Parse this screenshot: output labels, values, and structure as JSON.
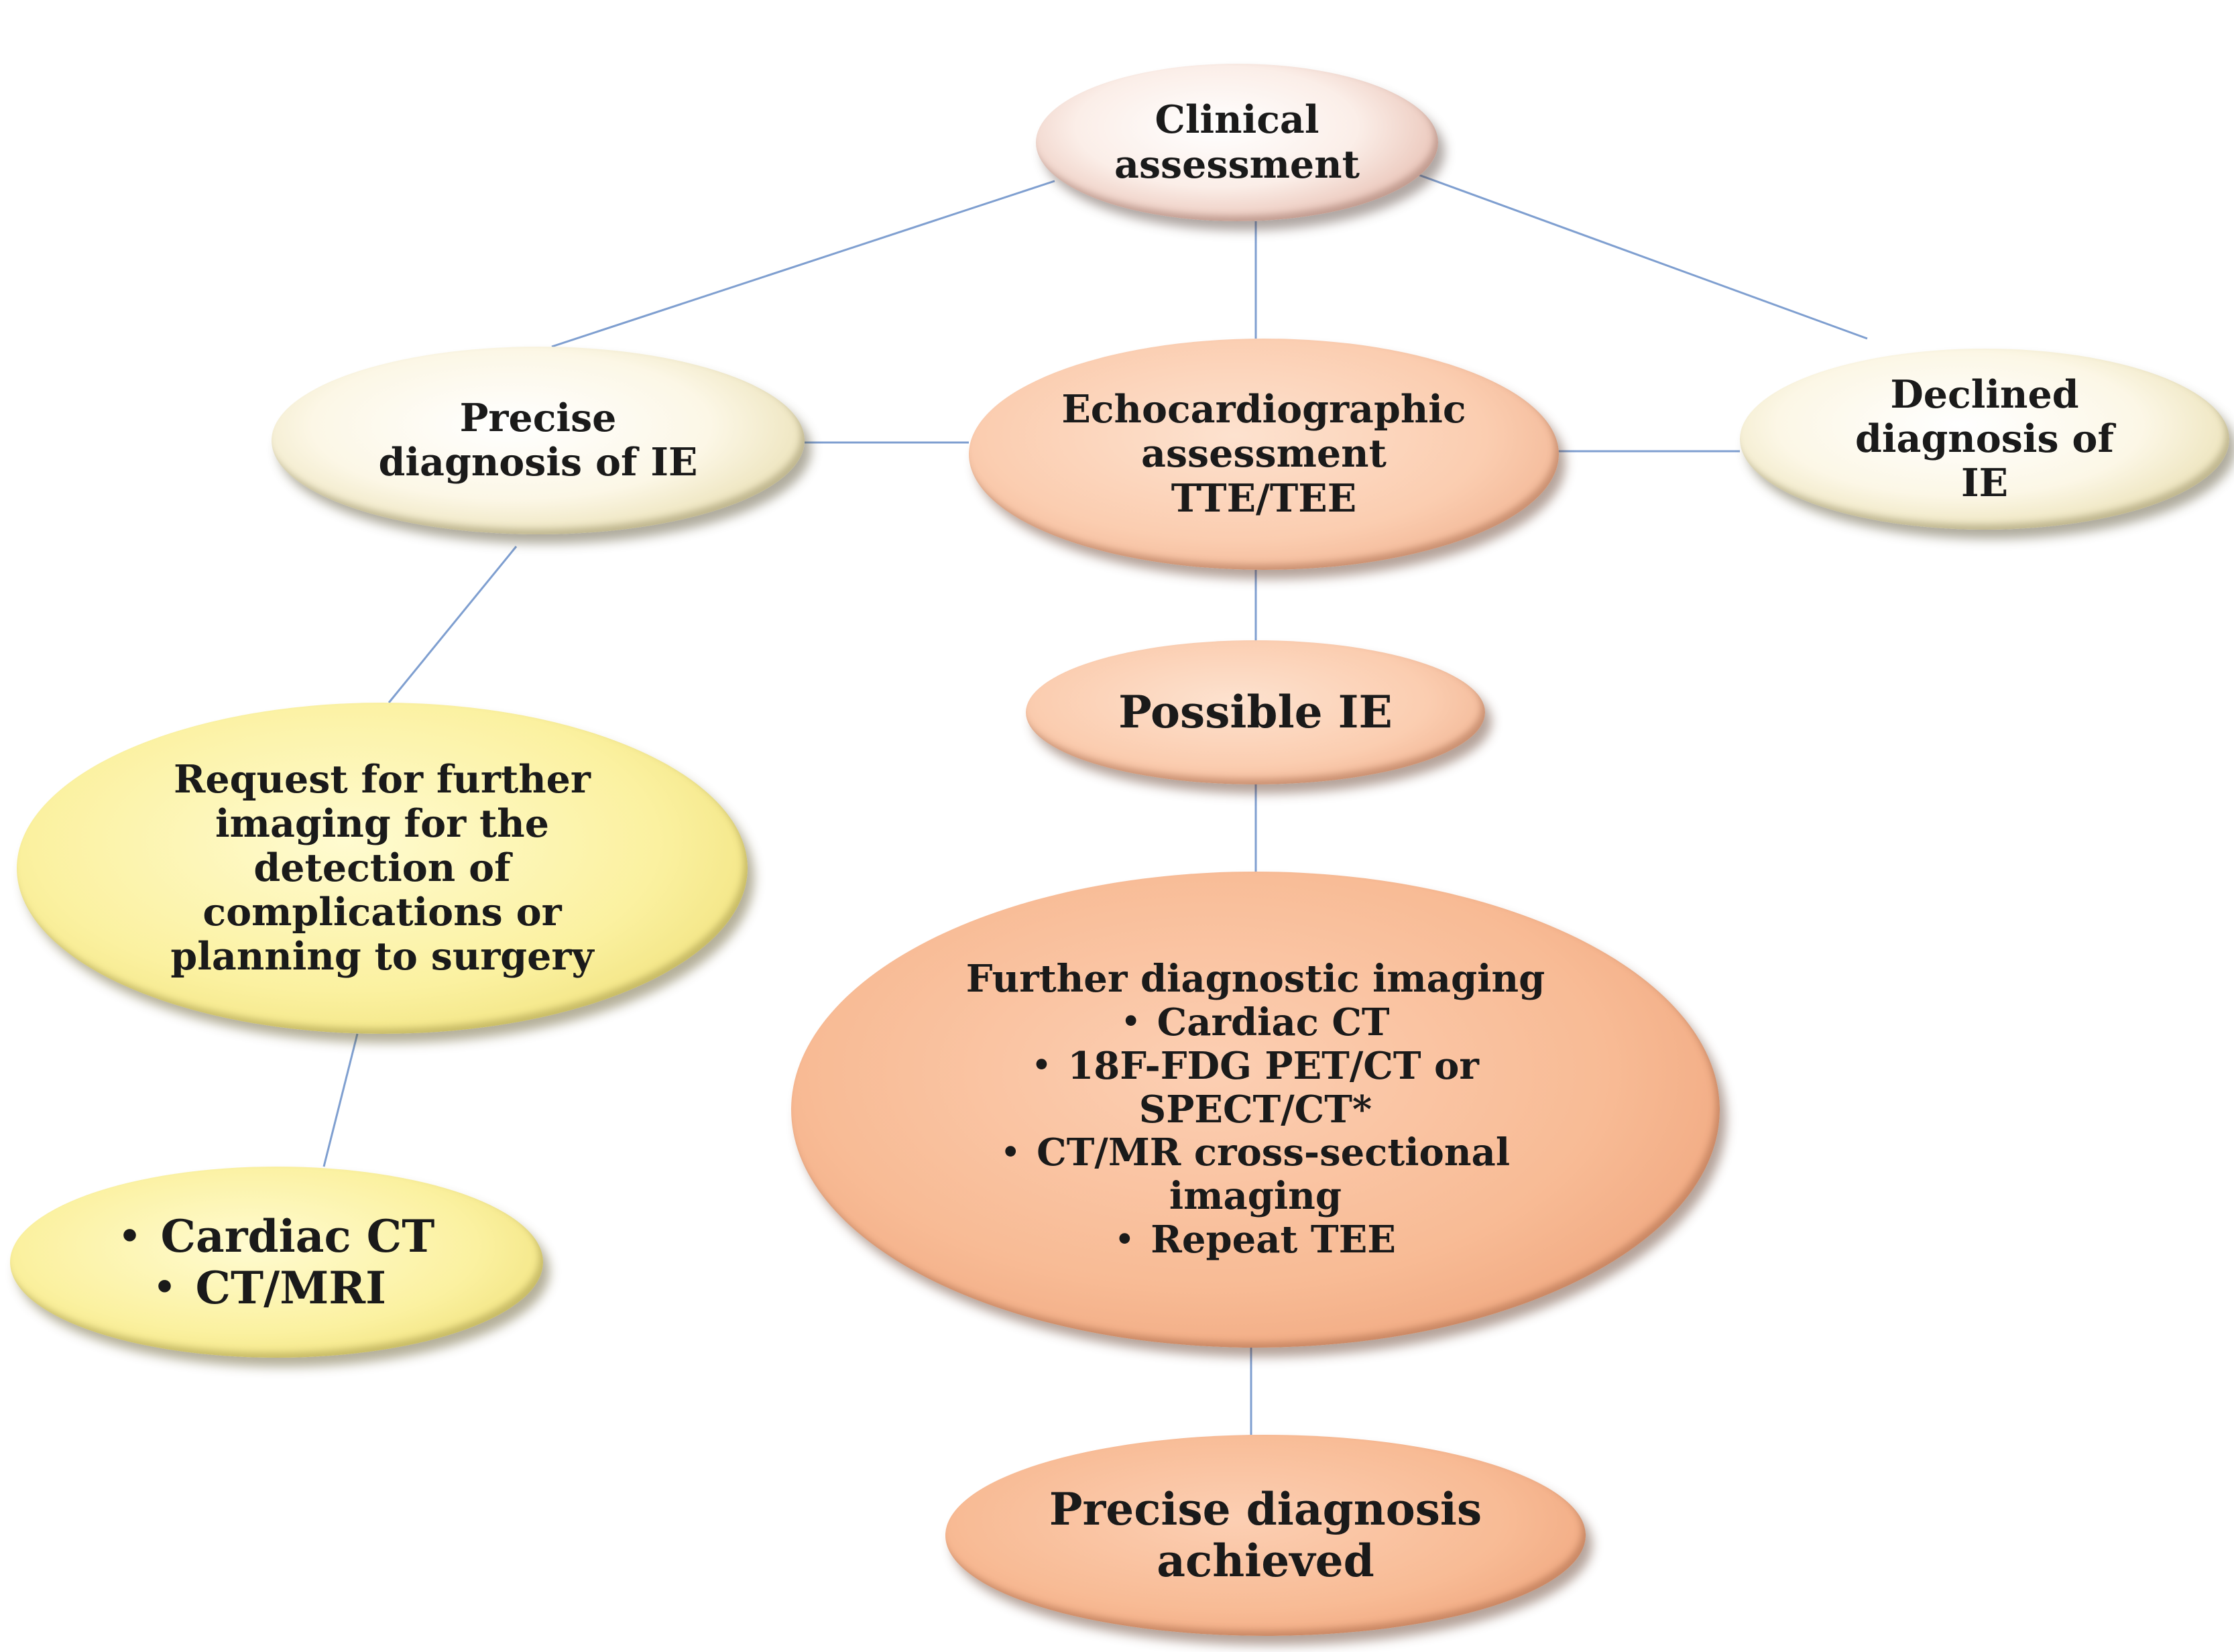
{
  "nodes": {
    "clinical": {
      "lines": [
        "Clinical",
        "assessment"
      ]
    },
    "precise_ie": {
      "lines": [
        "Precise",
        "diagnosis of IE"
      ]
    },
    "echo": {
      "lines": [
        "Echocardiographic",
        "assessment",
        "TTE/TEE"
      ]
    },
    "declined": {
      "lines": [
        "Declined",
        "diagnosis of",
        "IE"
      ]
    },
    "possible": {
      "lines": [
        "Possible IE"
      ]
    },
    "request": {
      "lines": [
        "Request for further",
        "imaging for the",
        "detection of",
        "complications or",
        "planning to surgery"
      ]
    },
    "further": {
      "heading": "Further diagnostic imaging",
      "items": [
        "Cardiac CT",
        "18F-FDG PET/CT or",
        "SPECT/CT*",
        "CT/MR cross-sectional",
        "imaging",
        "Repeat TEE"
      ]
    },
    "cardiac_list": {
      "items": [
        "Cardiac CT",
        "CT/MRI"
      ]
    },
    "achieved": {
      "lines": [
        "Precise diagnosis",
        "achieved"
      ]
    }
  },
  "colors": {
    "connector": "#7f9fd0",
    "clinical": "#f3d6cc",
    "precise_ie": "#f4eccb",
    "echo": "#f7c1a0",
    "declined": "#f5f0c9",
    "possible": "#f7c6aa",
    "request": "#f8ee92",
    "further": "#f5b48e",
    "cardiac_list": "#f8ee92",
    "achieved": "#f4b28c"
  }
}
